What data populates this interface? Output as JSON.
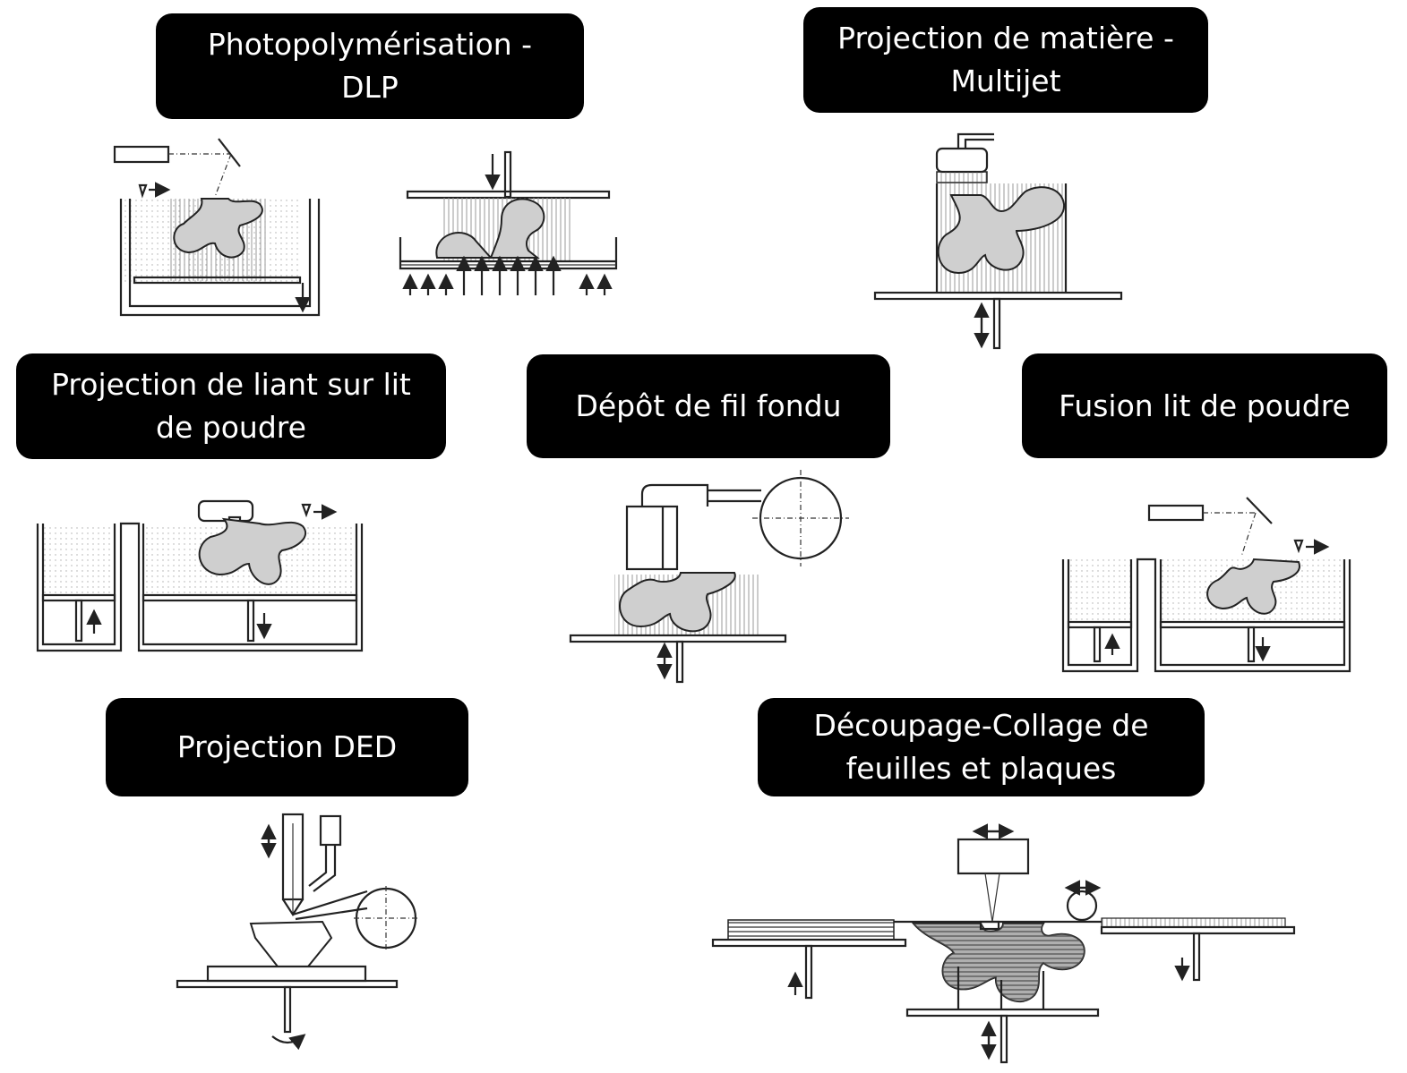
{
  "labels": {
    "dlp": [
      "Photopolymérisation -",
      "DLP"
    ],
    "multijet": [
      "Projection de matière -",
      "Multijet"
    ],
    "binder": [
      "Projection de liant sur lit",
      "de poudre"
    ],
    "fdm": "Dépôt de fil fondu",
    "powder": "Fusion lit de poudre",
    "ded": "Projection DED",
    "lamination": [
      "Découpage-Collage de",
      "feuilles et plaques"
    ]
  },
  "colors": {
    "label_bg": "#000000",
    "label_text": "#ffffff",
    "line": "#222222",
    "hatch": "#9a9a9a",
    "part_fill": "#cfcfcf",
    "part_fill_dark": "#6e6e6e"
  }
}
